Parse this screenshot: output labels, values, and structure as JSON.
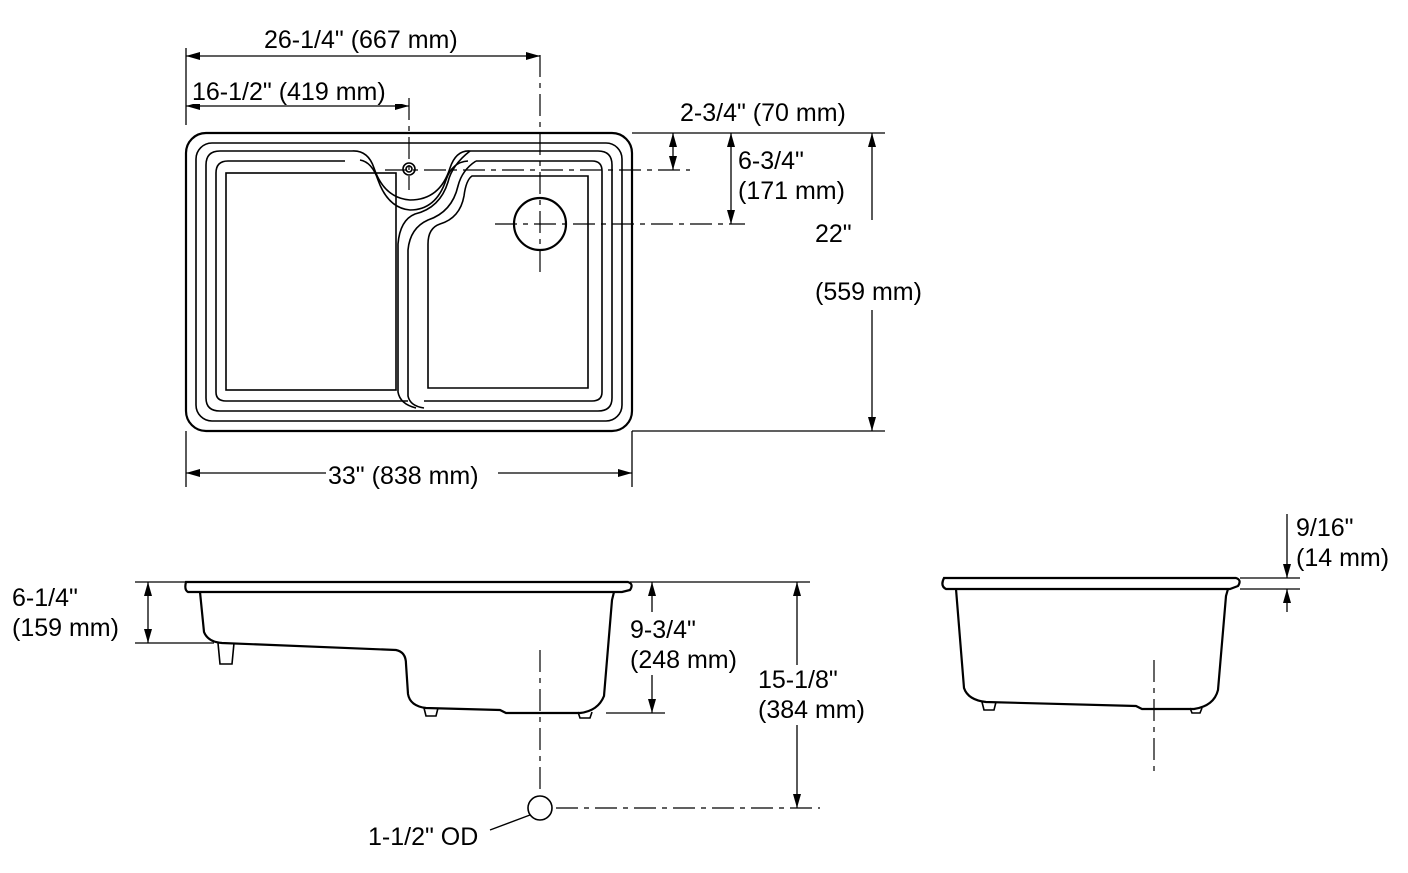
{
  "dimensions": {
    "overall_depth_center": "26-1/4\" (667 mm)",
    "drain_center": "16-1/2\" (419 mm)",
    "faucet_hole_offset": "2-3/4\" (70 mm)",
    "drain_offset_line1": "6-3/4\"",
    "drain_offset_line2": "(171 mm)",
    "height_line1": "22\"",
    "height_line2": "(559 mm)",
    "overall_width": "33\" (838 mm)",
    "left_bowl_depth_line1": "6-1/4\"",
    "left_bowl_depth_line2": "(159 mm)",
    "right_bowl_depth_line1": "9-3/4\"",
    "right_bowl_depth_line2": "(248 mm)",
    "total_depth_line1": "15-1/8\"",
    "total_depth_line2": "(384 mm)",
    "rim_thickness_line1": "9/16\"",
    "rim_thickness_line2": "(14 mm)",
    "drain_outlet": "1-1/2\" OD"
  }
}
